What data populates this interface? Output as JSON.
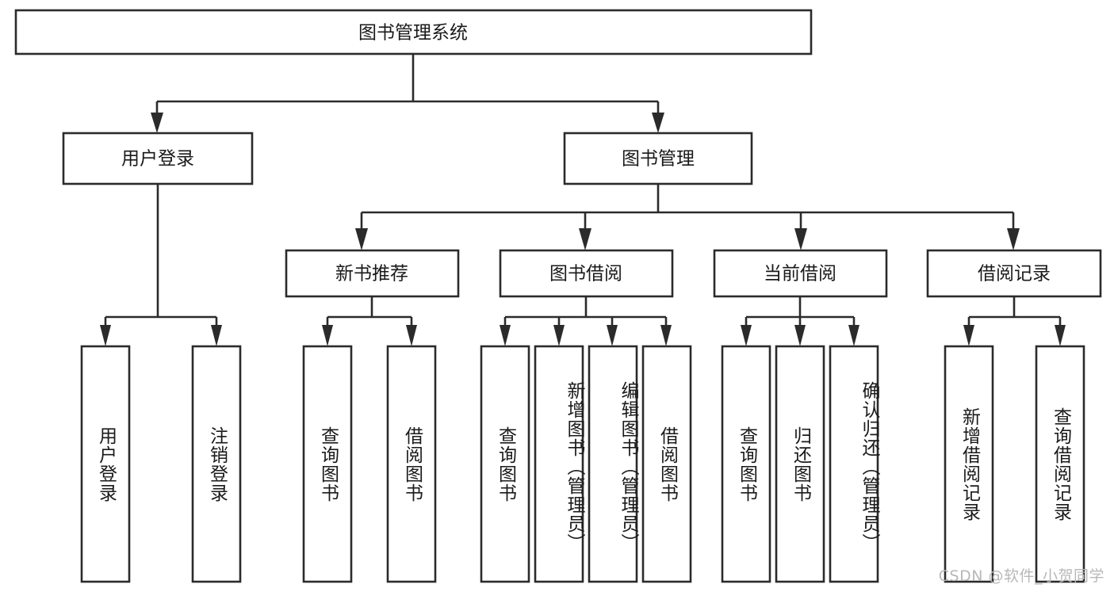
{
  "diagram": {
    "title": "图书管理系统",
    "type": "hierarchy-tree",
    "colors": {
      "box_stroke": "#2b2b2b",
      "box_fill": "#ffffff",
      "edge": "#2b2b2b",
      "text": "#1a1a1a",
      "watermark": "#b8b8b8",
      "background": "#ffffff"
    },
    "levels": {
      "root": {
        "label": "图书管理系统"
      },
      "level2": [
        {
          "id": "user-login",
          "label": "用户登录"
        },
        {
          "id": "book-management",
          "label": "图书管理"
        }
      ],
      "level3": [
        {
          "id": "new-book-recommend",
          "label": "新书推荐",
          "parent": "book-management"
        },
        {
          "id": "book-borrow",
          "label": "图书借阅",
          "parent": "book-management"
        },
        {
          "id": "current-borrow",
          "label": "当前借阅",
          "parent": "book-management"
        },
        {
          "id": "borrow-record",
          "label": "借阅记录",
          "parent": "book-management"
        }
      ],
      "leaves": {
        "user-login": [
          {
            "id": "leaf-user-login",
            "label": "用户登录"
          },
          {
            "id": "leaf-user-logout",
            "label": "注销登录"
          }
        ],
        "new-book-recommend": [
          {
            "id": "leaf-query-book-1",
            "label": "查询图书"
          },
          {
            "id": "leaf-borrow-book-1",
            "label": "借阅图书"
          }
        ],
        "book-borrow": [
          {
            "id": "leaf-query-book-2",
            "label": "查询图书"
          },
          {
            "id": "leaf-add-book",
            "label": "新增图书（管理员）"
          },
          {
            "id": "leaf-edit-book",
            "label": "编辑图书（管理员）"
          },
          {
            "id": "leaf-borrow-book-2",
            "label": "借阅图书"
          }
        ],
        "current-borrow": [
          {
            "id": "leaf-query-book-3",
            "label": "查询图书"
          },
          {
            "id": "leaf-return-book",
            "label": "归还图书"
          },
          {
            "id": "leaf-confirm-return",
            "label": "确认归还（管理员）"
          }
        ],
        "borrow-record": [
          {
            "id": "leaf-add-record",
            "label": "新增借阅记录"
          },
          {
            "id": "leaf-query-record",
            "label": "查询借阅记录"
          }
        ]
      }
    },
    "watermark": "CSDN @软件_小贺同学"
  }
}
